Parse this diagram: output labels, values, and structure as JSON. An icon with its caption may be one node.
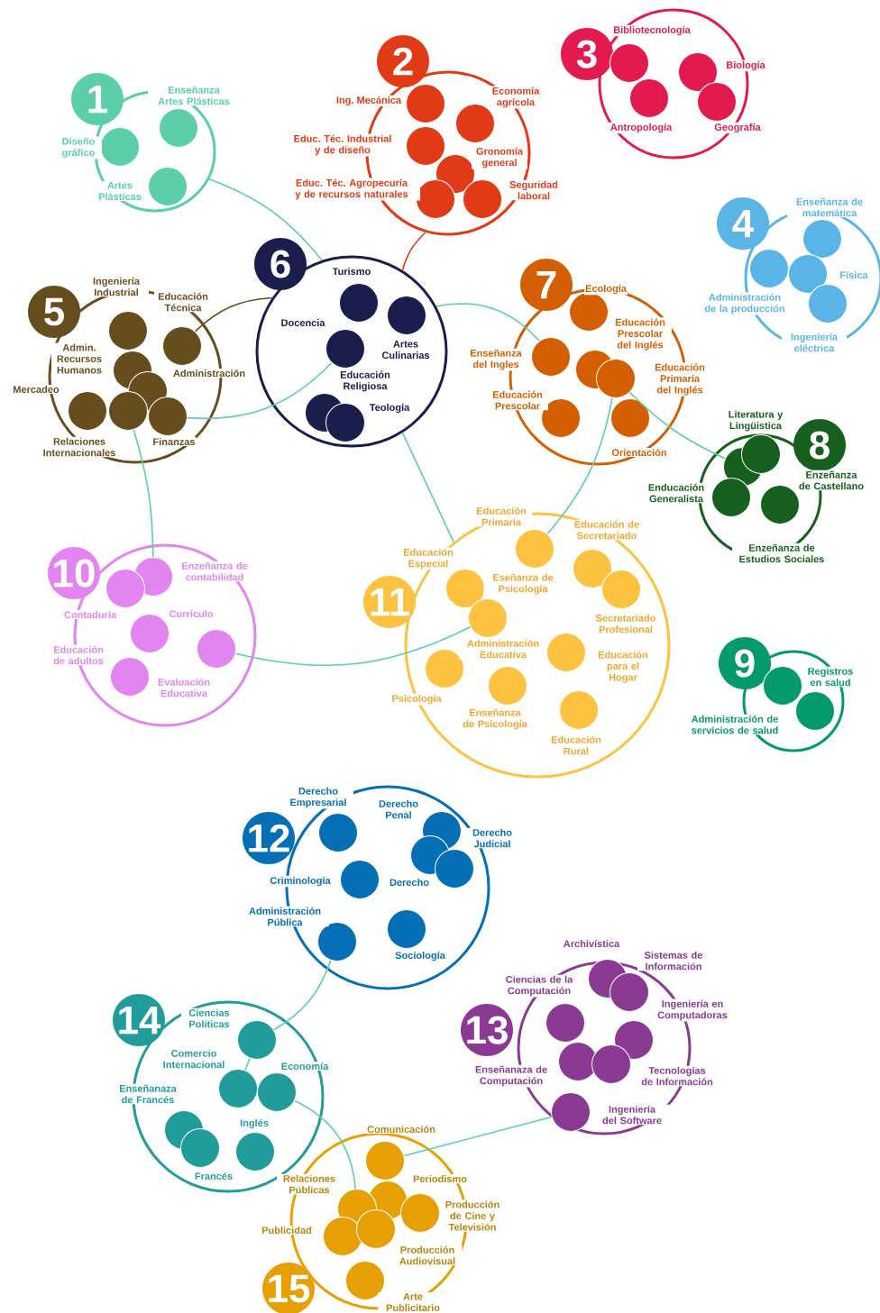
{
  "diagram": {
    "nodes": [
      {
        "text": [
          "1",
          "Enseñanza Artes Plásticas",
          "Diseño gráfico",
          "Artes Plásticas"
        ]
      },
      {
        "text": [],
        "shape": "circle",
        "in": 0
      },
      {
        "text": [],
        "shape": "circle",
        "in": 0
      },
      {
        "text": [],
        "shape": "circle",
        "in": 0
      },
      {
        "text": [
          "2",
          "Ing. Mecánica",
          "Economía agrícola",
          "Educ. Téc. Industrial y de diseño",
          "Gronomía general",
          "Educ. Téc. Agropecuría y de recursos naturales",
          "Seguridad laboral"
        ]
      },
      {
        "text": [],
        "shape": "circle",
        "in": 4
      },
      {
        "text": [],
        "shape": "circle",
        "in": 4
      },
      {
        "text": [],
        "shape": "circle",
        "in": 4
      },
      {
        "text": [],
        "shape": "circle",
        "in": 4
      },
      {
        "text": [],
        "shape": "circle",
        "in": 4
      },
      {
        "text": [],
        "shape": "circle",
        "in": 4
      },
      {
        "text": [
          "3",
          "Bibliotecnología",
          "Biología",
          "Antropología",
          "Geografía"
        ]
      },
      {
        "text": [],
        "shape": "circle",
        "in": 11
      },
      {
        "text": [],
        "shape": "circle",
        "in": 11
      },
      {
        "text": [],
        "shape": "circle",
        "in": 11
      },
      {
        "text": [],
        "shape": "circle",
        "in": 11
      },
      {
        "text": [
          "4",
          "Enseñanza de matemática",
          "Física",
          "Administración de la producción",
          "Ingeniería eléctrica"
        ]
      },
      {
        "text": [],
        "shape": "circle",
        "in": 16
      },
      {
        "text": [],
        "shape": "circle",
        "in": 16
      },
      {
        "text": [],
        "shape": "circle",
        "in": 16
      },
      {
        "text": [],
        "shape": "circle",
        "in": 16
      },
      {
        "text": [
          "5",
          "Ingeniería Industrial",
          "Educación Técnica",
          "Admin. Recursos Humanos",
          "Administración",
          "Mercadeo",
          "Relaciones Internacionales",
          "Finanzas"
        ]
      },
      {
        "text": [],
        "shape": "circle",
        "in": 21
      },
      {
        "text": [],
        "shape": "circle",
        "in": 21
      },
      {
        "text": [],
        "shape": "circle",
        "in": 21
      },
      {
        "text": [],
        "shape": "circle",
        "in": 21
      },
      {
        "text": [],
        "shape": "circle",
        "in": 21
      },
      {
        "text": [],
        "shape": "circle",
        "in": 21
      },
      {
        "text": [],
        "shape": "circle",
        "in": 21
      },
      {
        "text": [
          "6",
          "Turismo",
          "Docencia",
          "Artes Culinarias",
          "Educación Religiosa",
          "Teología"
        ]
      },
      {
        "text": [],
        "shape": "circle",
        "in": 29
      },
      {
        "text": [],
        "shape": "circle",
        "in": 29
      },
      {
        "text": [],
        "shape": "circle",
        "in": 29
      },
      {
        "text": [],
        "shape": "circle",
        "in": 29
      },
      {
        "text": [],
        "shape": "circle",
        "in": 29
      },
      {
        "text": [
          "7",
          "Ecología",
          "Educación Prescolar del Inglés",
          "Enseñanza del Ingles",
          "Educación Primaría del Inglés",
          "Educación Prescolar",
          "Orientación"
        ]
      },
      {
        "text": [],
        "shape": "circle",
        "in": 35
      },
      {
        "text": [],
        "shape": "circle",
        "in": 35
      },
      {
        "text": [],
        "shape": "circle",
        "in": 35
      },
      {
        "text": [],
        "shape": "circle",
        "in": 35
      },
      {
        "text": [],
        "shape": "circle",
        "in": 35
      },
      {
        "text": [],
        "shape": "circle",
        "in": 35
      },
      {
        "text": [
          "8",
          "Literatura y Lingüistica",
          "Enzeñanza de Castellano",
          "Enducación Generalista",
          "Enzeñanza de Estudios Sociales"
        ]
      },
      {
        "text": [],
        "shape": "circle",
        "in": 42
      },
      {
        "text": [],
        "shape": "circle",
        "in": 42
      },
      {
        "text": [],
        "shape": "circle",
        "in": 42
      },
      {
        "text": [],
        "shape": "circle",
        "in": 42
      },
      {
        "text": [
          "9",
          "Registros en salud",
          "Administración de servicios de salud"
        ]
      },
      {
        "text": [],
        "shape": "circle",
        "in": 47
      },
      {
        "text": [],
        "shape": "circle",
        "in": 47
      },
      {
        "text": [
          "10",
          "Enzeñanza de contabilidad",
          "Contaduría",
          "Currículo",
          "Educación de adultos",
          "Evaluación Educativa"
        ]
      },
      {
        "text": [],
        "shape": "circle",
        "in": 50
      },
      {
        "text": [],
        "shape": "circle",
        "in": 50
      },
      {
        "text": [],
        "shape": "circle",
        "in": 50
      },
      {
        "text": [],
        "shape": "circle",
        "in": 50
      },
      {
        "text": [],
        "shape": "circle",
        "in": 50
      },
      {
        "text": [
          "11",
          "Educación Primaria",
          "Educación de Secretariado",
          "Educación Especial",
          "Eseñanza de Psicología",
          "Administración Educativa",
          "Secretariado Profesional",
          "Educación para el Hogar",
          "Psicología",
          "Enseñanza de Psicología",
          "Educación Rural"
        ]
      },
      {
        "text": [],
        "shape": "circle",
        "in": 56
      },
      {
        "text": [],
        "shape": "circle",
        "in": 56
      },
      {
        "text": [],
        "shape": "circle",
        "in": 56
      },
      {
        "text": [],
        "shape": "circle",
        "in": 56
      },
      {
        "text": [],
        "shape": "circle",
        "in": 56
      },
      {
        "text": [],
        "shape": "circle",
        "in": 56
      },
      {
        "text": [],
        "shape": "circle",
        "in": 56
      },
      {
        "text": [],
        "shape": "circle",
        "in": 56
      },
      {
        "text": [],
        "shape": "circle",
        "in": 56
      },
      {
        "text": [
          "12",
          "Derecho Empresarial",
          "Derecho Penal",
          "Derecho",
          "Derecho Judicial",
          "Criminología",
          "Administración Pública",
          "Sociología"
        ]
      },
      {
        "text": [],
        "shape": "circle",
        "in": 66
      },
      {
        "text": [],
        "shape": "circle",
        "in": 66
      },
      {
        "text": [],
        "shape": "circle",
        "in": 66
      },
      {
        "text": [],
        "shape": "circle",
        "in": 66
      },
      {
        "text": [],
        "shape": "circle",
        "in": 66
      },
      {
        "text": [],
        "shape": "circle",
        "in": 66
      },
      {
        "text": [],
        "shape": "circle",
        "in": 66
      },
      {
        "text": [
          "13",
          "Archivística",
          "Sistemas de Información",
          "Ciencias de la Computación",
          "Ingeniería en Computadoras",
          "Enseñanaza de Computación",
          "Tecnologías de Información",
          "Ingeniería del Software"
        ]
      },
      {
        "text": [],
        "shape": "circle",
        "in": 74
      },
      {
        "text": [],
        "shape": "circle",
        "in": 74
      },
      {
        "text": [],
        "shape": "circle",
        "in": 74
      },
      {
        "text": [],
        "shape": "circle",
        "in": 74
      },
      {
        "text": [],
        "shape": "circle",
        "in": 74
      },
      {
        "text": [],
        "shape": "circle",
        "in": 74
      },
      {
        "text": [],
        "shape": "circle",
        "in": 74
      },
      {
        "text": [
          "14",
          "Ciencias Políticas",
          "Comercio Internacional",
          "Economía",
          "Enseñanaza de Francés",
          "Inglés",
          "Francés"
        ]
      },
      {
        "text": [],
        "shape": "circle",
        "in": 82
      },
      {
        "text": [],
        "shape": "circle",
        "in": 82
      },
      {
        "text": [],
        "shape": "circle",
        "in": 82
      },
      {
        "text": [],
        "shape": "circle",
        "in": 82
      },
      {
        "text": [],
        "shape": "circle",
        "in": 82
      },
      {
        "text": [],
        "shape": "circle",
        "in": 82
      },
      {
        "text": [
          "15",
          "Comunicación",
          "Periodismo",
          "Relaciones Públicas",
          "Producción de Cine y Televisión",
          "Publicidad",
          "Producción Audiovisual",
          "Arte Publicitario"
        ]
      },
      {
        "text": [],
        "shape": "circle",
        "in": 89
      },
      {
        "text": [],
        "shape": "circle",
        "in": 89
      },
      {
        "text": [],
        "shape": "circle",
        "in": 89
      },
      {
        "text": [],
        "shape": "circle",
        "in": 89
      },
      {
        "text": [],
        "shape": "circle",
        "in": 89
      },
      {
        "text": [],
        "shape": "circle",
        "in": 89
      },
      {
        "text": [],
        "shape": "circle",
        "in": 89
      }
    ],
    "edges": [
      {
        "from": 0,
        "to": 29,
        "arrow": "none"
      },
      {
        "from": 4,
        "to": 29,
        "arrow": "none",
        "color": "#e03a16"
      },
      {
        "from": 23,
        "to": 29,
        "arrow": "none",
        "color": "#654d1e"
      },
      {
        "from": 28,
        "to": 31,
        "arrow": "none"
      },
      {
        "from": 29,
        "to": 38,
        "arrow": "none"
      },
      {
        "from": 27,
        "to": 51,
        "arrow": "none"
      },
      {
        "from": 29,
        "to": 56,
        "arrow": "none"
      },
      {
        "from": 39,
        "to": 57,
        "arrow": "none"
      },
      {
        "from": 39,
        "to": 43,
        "arrow": "none"
      },
      {
        "from": 55,
        "to": 60,
        "arrow": "none"
      },
      {
        "from": 72,
        "to": 83,
        "arrow": "none"
      },
      {
        "from": 83,
        "to": 84,
        "arrow": "none"
      },
      {
        "from": 85,
        "to": 92,
        "arrow": "none"
      },
      {
        "from": 81,
        "to": 90,
        "arrow": "none"
      }
    ]
  }
}
